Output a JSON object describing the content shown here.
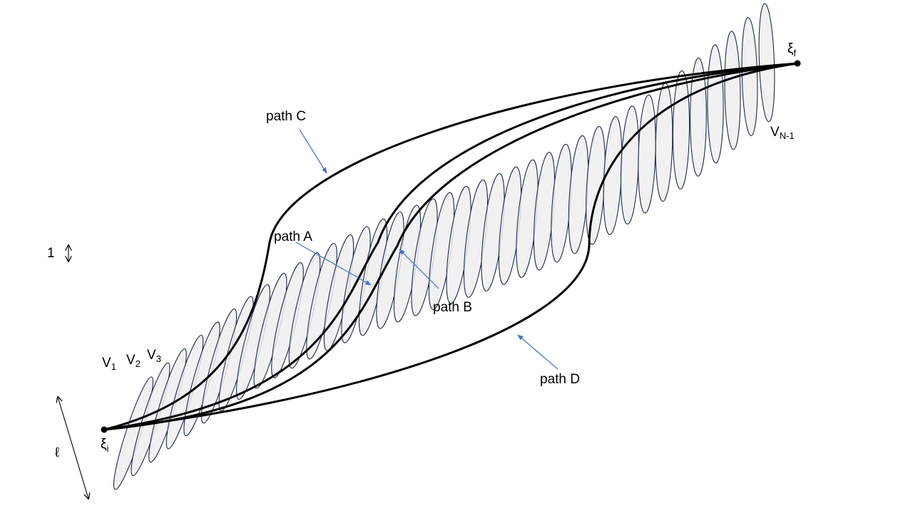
{
  "labels": {
    "v1": {
      "main": "V",
      "sub": "1"
    },
    "v2": {
      "main": "V",
      "sub": "2"
    },
    "v3": {
      "main": "V",
      "sub": "3"
    },
    "vn1": {
      "main": "V",
      "sub": "N-1"
    },
    "xi_i": {
      "main": "ξ",
      "sub": "i"
    },
    "xi_f": {
      "main": "ξ",
      "sub": "f"
    },
    "scale_one": "1",
    "ell": "ℓ",
    "path_a": "path A",
    "path_b": "path B",
    "path_c": "path C",
    "path_d": "path D"
  },
  "colors": {
    "ellipse_fill": "#efefef",
    "ellipse_stroke": "#1c2b4a",
    "path_stroke": "#000000",
    "pointer_stroke": "#4472c4"
  },
  "icons": {
    "scale_arrow": "double-headed-vertical-arrow",
    "length_arrow": "double-headed-diagonal-arrow"
  }
}
